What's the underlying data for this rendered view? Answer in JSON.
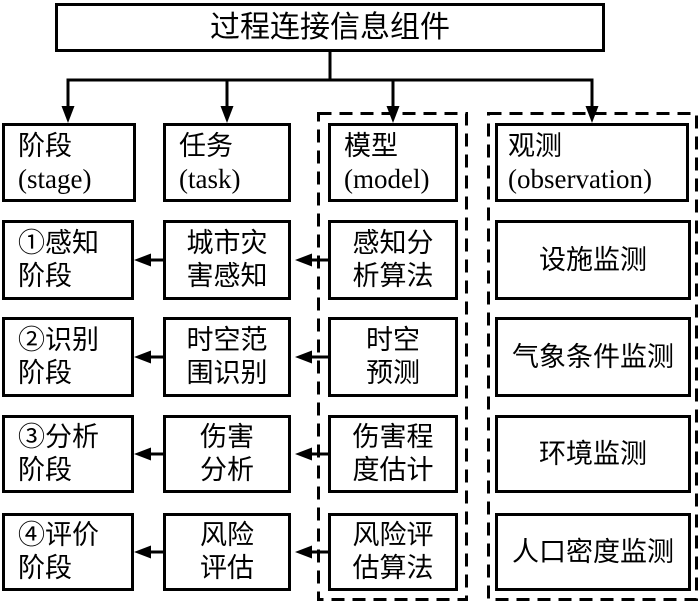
{
  "title": "过程连接信息组件",
  "headers": [
    {
      "zh": "阶段",
      "en": "(stage)"
    },
    {
      "zh": "任务",
      "en": "(task)"
    },
    {
      "zh": "模型",
      "en": "(model)"
    },
    {
      "zh": "观测",
      "en": "(observation)"
    }
  ],
  "rows": [
    {
      "stage": [
        "①感知",
        "阶段"
      ],
      "task": [
        "城市灾",
        "害感知"
      ],
      "model": [
        "感知分",
        "析算法"
      ],
      "observation": "设施监测"
    },
    {
      "stage": [
        "②识别",
        "阶段"
      ],
      "task": [
        "时空范",
        "围识别"
      ],
      "model": [
        "时空",
        "预测"
      ],
      "observation": "气象条件监测"
    },
    {
      "stage": [
        "③分析",
        "阶段"
      ],
      "task": [
        "伤害",
        "分析"
      ],
      "model": [
        "伤害程",
        "度估计"
      ],
      "observation": "环境监测"
    },
    {
      "stage": [
        "④评价",
        "阶段"
      ],
      "task": [
        "风险",
        "评估"
      ],
      "model": [
        "风险评",
        "估算法"
      ],
      "observation": "人口密度监测"
    }
  ],
  "colors": {
    "line": "#000000",
    "background": "#ffffff"
  }
}
